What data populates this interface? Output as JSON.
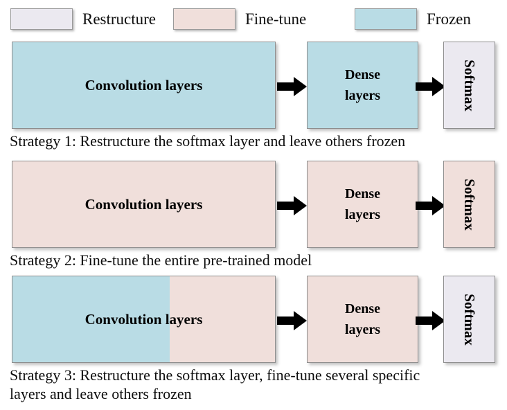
{
  "colors": {
    "restructure": "#EBE9F0",
    "fine_tune": "#F0DFDB",
    "frozen": "#B9DCE5",
    "border": "#8D8D8D",
    "arrow": "#000000",
    "text": "#0D0D0D"
  },
  "legend": {
    "items": [
      {
        "label": "Restructure",
        "color": "#EBE9F0",
        "state": "restructure"
      },
      {
        "label": "Fine-tune",
        "color": "#F0DFDB",
        "state": "fine_tune"
      },
      {
        "label": "Frozen",
        "color": "#B9DCE5",
        "state": "frozen"
      }
    ]
  },
  "diagram": {
    "block_labels": {
      "conv": "Convolution layers",
      "dense": "Dense\nlayers",
      "softmax": "Softmax"
    },
    "arrow_name": "flow-arrow",
    "strategies": [
      {
        "index": "1",
        "caption": "Strategy 1: Restructure the softmax layer and leave others frozen",
        "conv": {
          "fill": "#B9DCE5",
          "state": "frozen",
          "split": false
        },
        "dense": {
          "fill": "#B9DCE5",
          "state": "frozen"
        },
        "softmax": {
          "fill": "#EBE9F0",
          "state": "restructure"
        }
      },
      {
        "index": "2",
        "caption": "Strategy 2: Fine-tune the entire pre-trained model",
        "conv": {
          "fill": "#F0DFDB",
          "state": "fine_tune",
          "split": false
        },
        "dense": {
          "fill": "#F0DFDB",
          "state": "fine_tune"
        },
        "softmax": {
          "fill": "#F0DFDB",
          "state": "fine_tune"
        }
      },
      {
        "index": "3",
        "caption": "Strategy 3: Restructure the softmax layer, fine-tune several specific\nlayers and leave others frozen",
        "conv": {
          "split": true,
          "left_fill": "#B9DCE5",
          "left_state": "frozen",
          "left_pct": 60,
          "right_fill": "#F0DFDB",
          "right_state": "fine_tune",
          "right_pct": 40
        },
        "dense": {
          "fill": "#F0DFDB",
          "state": "fine_tune"
        },
        "softmax": {
          "fill": "#EBE9F0",
          "state": "restructure"
        }
      }
    ]
  }
}
